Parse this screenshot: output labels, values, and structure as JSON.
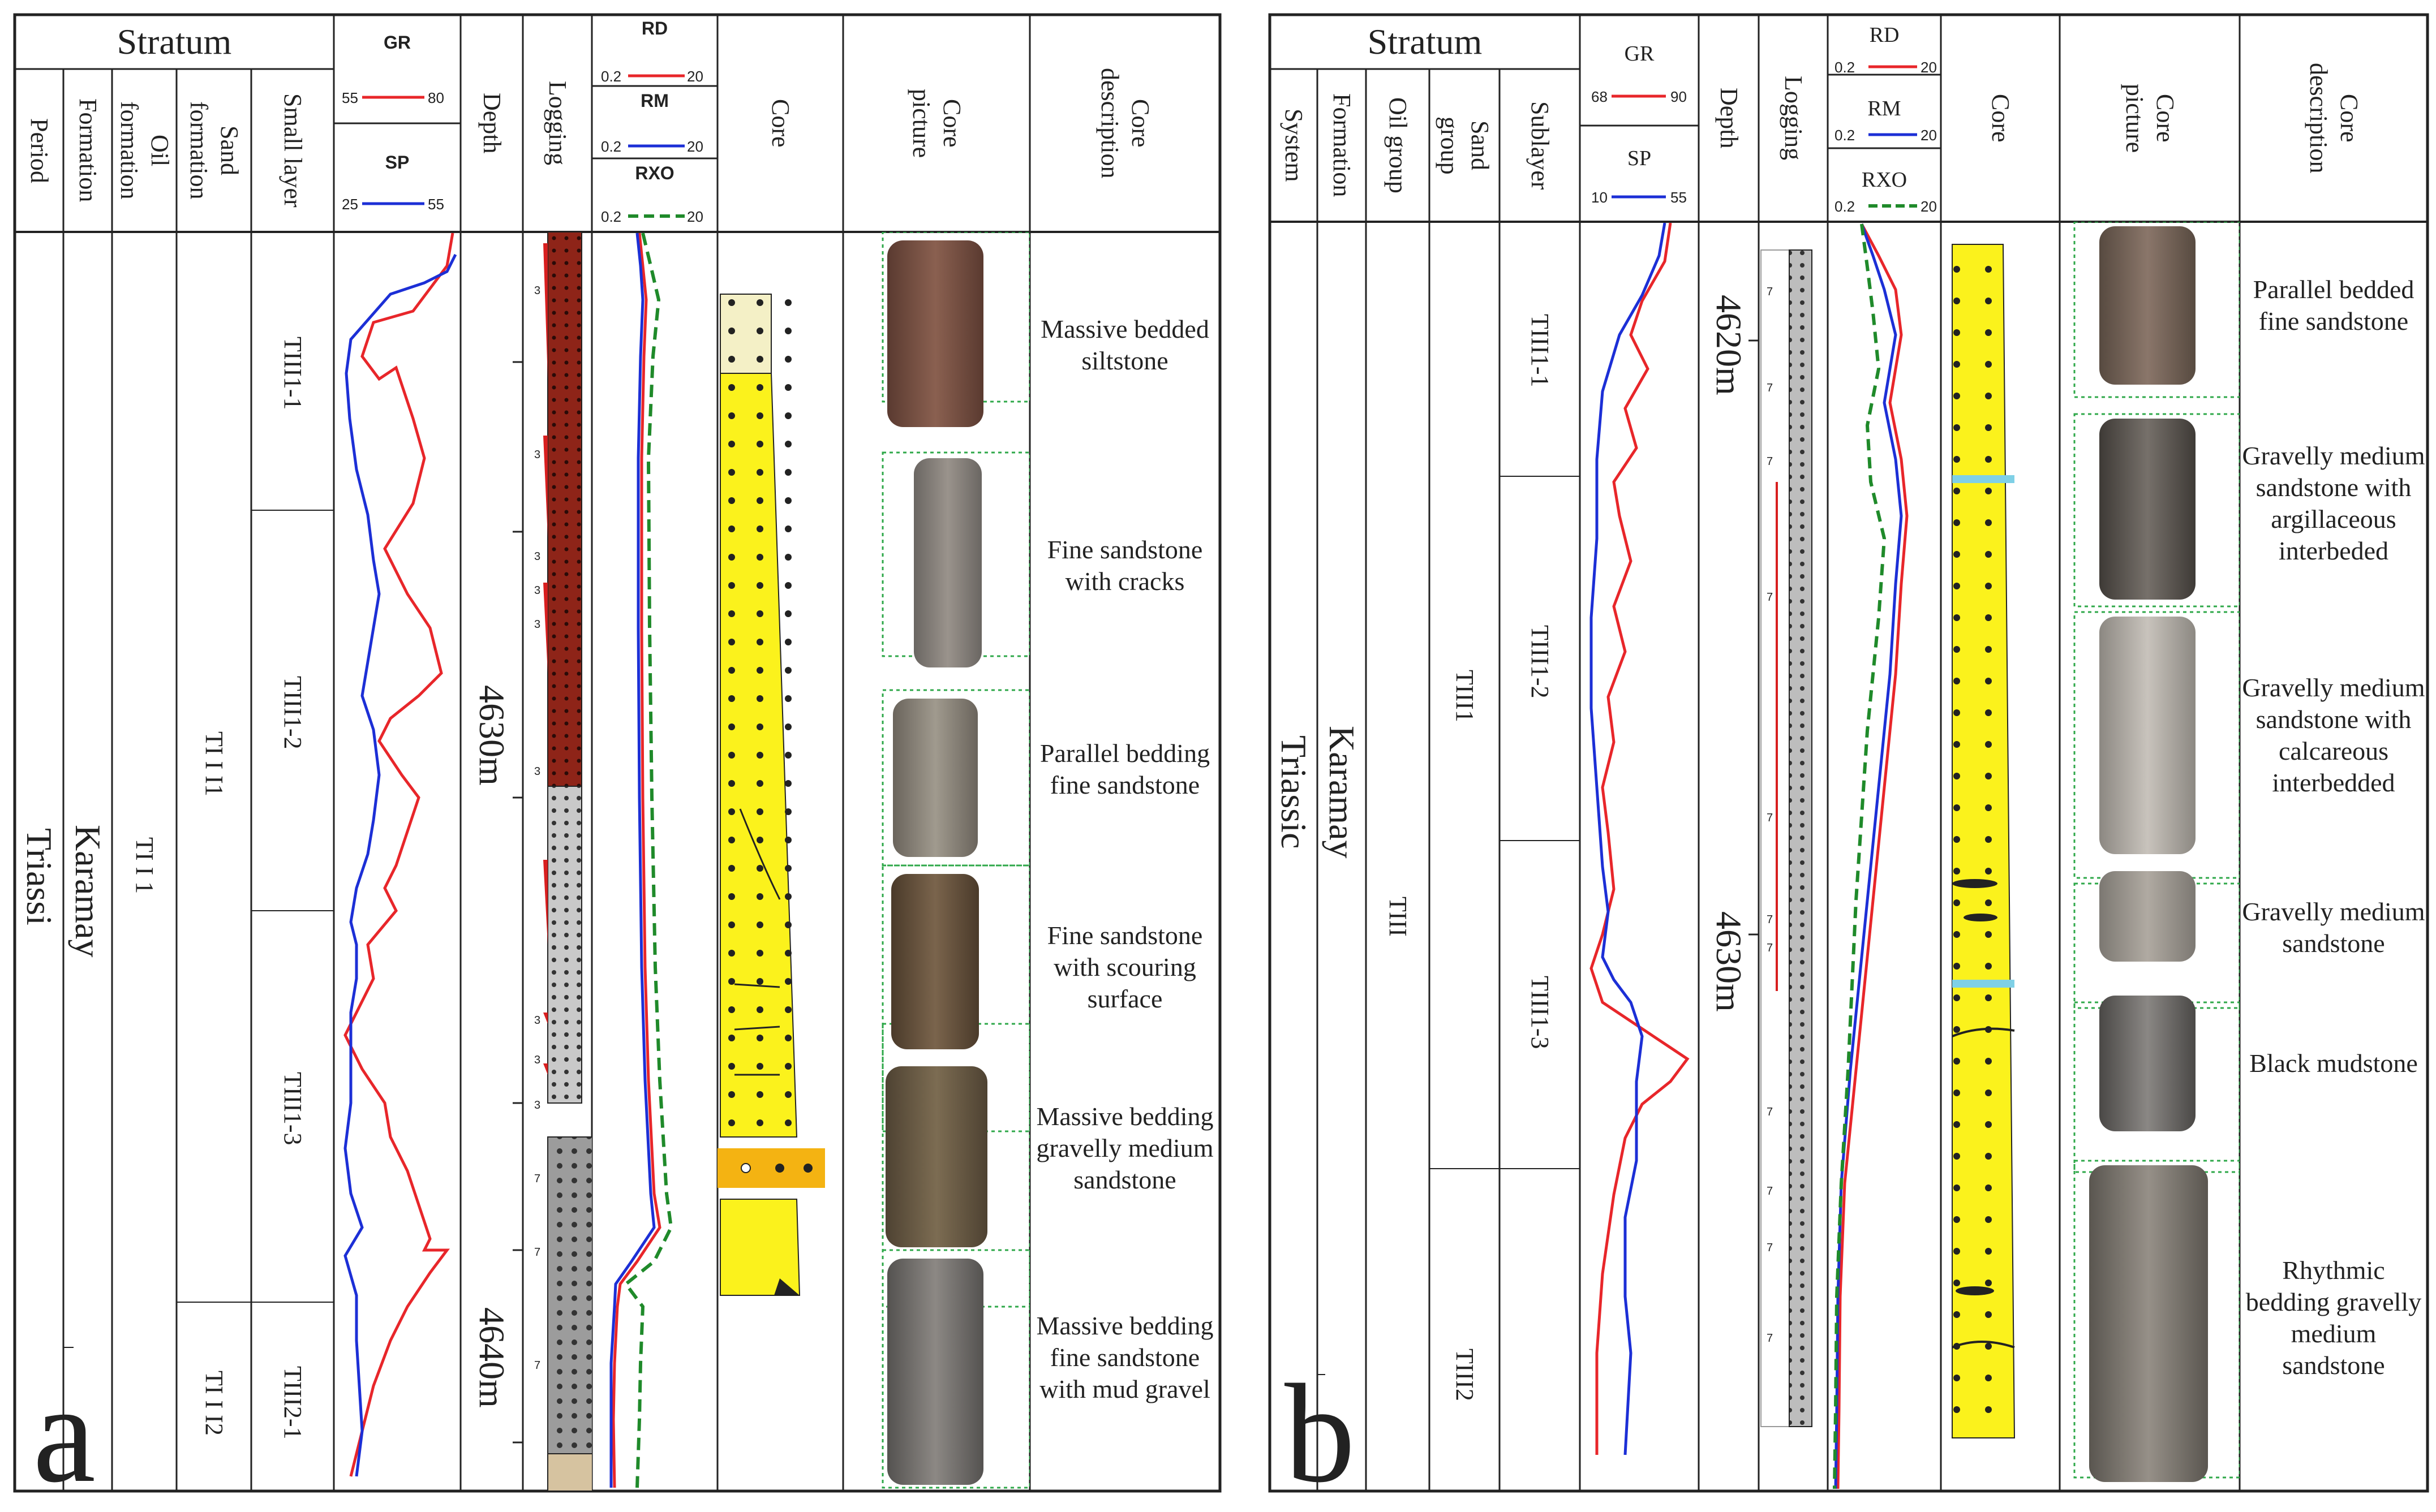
{
  "panel_a": {
    "letter": "a",
    "header": {
      "stratum": "Stratum",
      "period": "Period",
      "formation": "Formation",
      "oil_formation": "Oil formation",
      "sand_formation": "Sand formation",
      "small_layer": "Small layer",
      "depth": "Depth",
      "logging": "Logging",
      "core": "Core",
      "core_picture": "Core picture",
      "core_description": "Core description"
    },
    "gr": {
      "name": "GR",
      "min": "55",
      "max": "80"
    },
    "sp": {
      "name": "SP",
      "min": "25",
      "max": "55"
    },
    "rd": {
      "name": "RD",
      "min": "0.2",
      "max": "20"
    },
    "rm": {
      "name": "RM",
      "min": "0.2",
      "max": "20"
    },
    "rxo": {
      "name": "RXO",
      "min": "0.2",
      "max": "20"
    },
    "period": "Triassi",
    "formation": "Karamay",
    "oil_formation": "TI I 1",
    "sand": [
      "TI I I1",
      "TI I I2"
    ],
    "small_layers": [
      "TIII1-1",
      "TIII1-2",
      "TIII1-3",
      "TIII2-1"
    ],
    "depths": [
      "4630m",
      "4640m"
    ],
    "descriptions": [
      "Massive bedded siltstone",
      "Fine sandstone with cracks",
      "Parallel bedding fine sandstone",
      "Fine sandstone with scouring surface",
      "Massive bedding gravelly medium sandstone",
      "Massive bedding fine sandstone with mud gravel"
    ]
  },
  "panel_b": {
    "letter": "b",
    "header": {
      "stratum": "Stratum",
      "system": "System",
      "formation": "Formation",
      "oil_group": "Oil group",
      "sand_group": "Sand group",
      "sublayer": "Sublayer",
      "depth": "Depth",
      "logging": "Logging",
      "core": "Core",
      "core_picture": "Core picture",
      "core_description": "Core description"
    },
    "gr": {
      "name": "GR",
      "min": "68",
      "max": "90"
    },
    "sp": {
      "name": "SP",
      "min": "10",
      "max": "55"
    },
    "rd": {
      "name": "RD",
      "min": "0.2",
      "max": "20"
    },
    "rm": {
      "name": "RM",
      "min": "0.2",
      "max": "20"
    },
    "rxo": {
      "name": "RXO",
      "min": "0.2",
      "max": "20"
    },
    "system": "Triassic",
    "formation": "Karamay",
    "oil_group": "TIII",
    "sand_groups": [
      "TIII1",
      "TIII2"
    ],
    "sublayers": [
      "TIII1-1",
      "TIII1-2",
      "TIII1-3"
    ],
    "depths": [
      "4620m",
      "4630m"
    ],
    "descriptions": [
      "Parallel bedded fine sandstone",
      "Gravelly medium sandstone with argillaceous interbeded",
      "Gravelly medium sandstone with calcareous interbedded",
      "Gravelly medium sandstone",
      "Black mudstone",
      "Rhythmic bedding gravelly medium sandstone"
    ]
  },
  "colors": {
    "gr": "#e8262a",
    "sp": "#1c2fd6",
    "rxo": "#1f8a2a",
    "core_yellow": "#fbf21c",
    "mud_red": "#8e2418",
    "guide_green": "#2fa84a"
  }
}
